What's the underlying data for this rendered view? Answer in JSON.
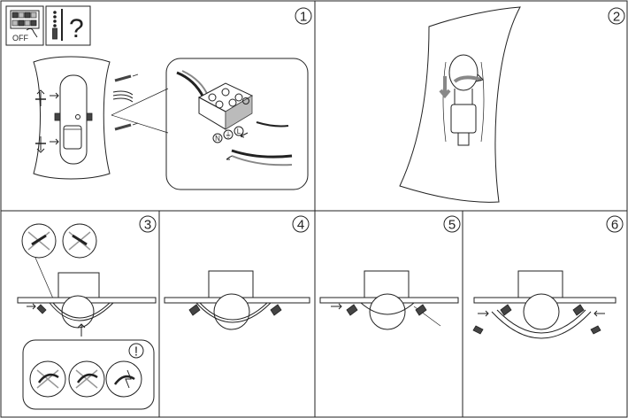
{
  "steps": [
    {
      "number": "1"
    },
    {
      "number": "2"
    },
    {
      "number": "3"
    },
    {
      "number": "4"
    },
    {
      "number": "5"
    },
    {
      "number": "6"
    }
  ],
  "power_notice": {
    "label": "OFF"
  },
  "tools_notice": {
    "symbol": "?"
  },
  "terminal_labels": {
    "neutral": "N",
    "ground": "⏚",
    "live": "L"
  },
  "warning": {
    "symbol": "!"
  }
}
